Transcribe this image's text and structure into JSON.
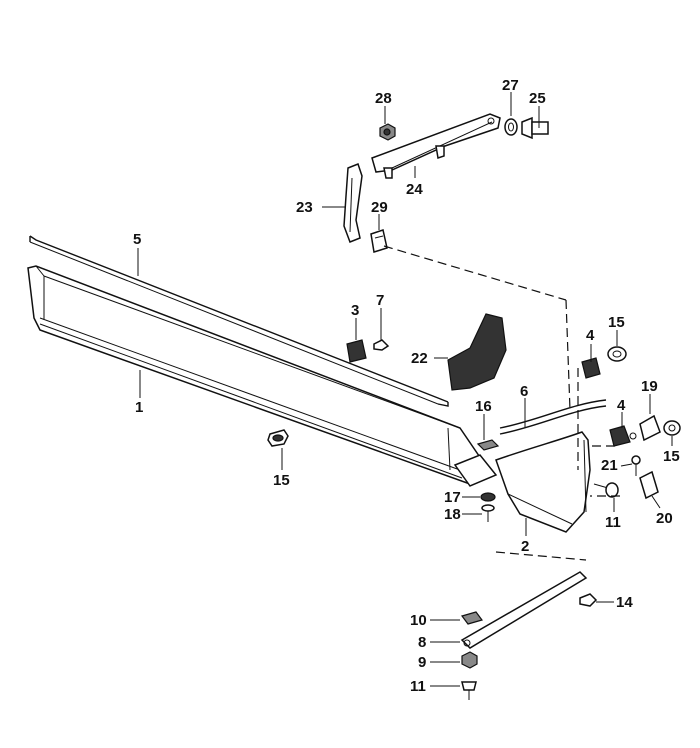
{
  "callouts": [
    {
      "id": "c28",
      "text": "28"
    },
    {
      "id": "c27",
      "text": "27"
    },
    {
      "id": "c25",
      "text": "25"
    },
    {
      "id": "c24",
      "text": "24"
    },
    {
      "id": "c23",
      "text": "23"
    },
    {
      "id": "c29",
      "text": "29"
    },
    {
      "id": "c5",
      "text": "5"
    },
    {
      "id": "c3",
      "text": "3"
    },
    {
      "id": "c7",
      "text": "7"
    },
    {
      "id": "c22",
      "text": "22"
    },
    {
      "id": "c1",
      "text": "1"
    },
    {
      "id": "c4a",
      "text": "4"
    },
    {
      "id": "c15a",
      "text": "15"
    },
    {
      "id": "c6",
      "text": "6"
    },
    {
      "id": "c16",
      "text": "16"
    },
    {
      "id": "c4b",
      "text": "4"
    },
    {
      "id": "c19",
      "text": "19"
    },
    {
      "id": "c15b",
      "text": "15"
    },
    {
      "id": "c15c",
      "text": "15"
    },
    {
      "id": "c21",
      "text": "21"
    },
    {
      "id": "c17",
      "text": "17"
    },
    {
      "id": "c18",
      "text": "18"
    },
    {
      "id": "c11a",
      "text": "11"
    },
    {
      "id": "c20",
      "text": "20"
    },
    {
      "id": "c2",
      "text": "2"
    },
    {
      "id": "c14",
      "text": "14"
    },
    {
      "id": "c10",
      "text": "10"
    },
    {
      "id": "c8",
      "text": "8"
    },
    {
      "id": "c9",
      "text": "9"
    },
    {
      "id": "c11b",
      "text": "11"
    }
  ]
}
